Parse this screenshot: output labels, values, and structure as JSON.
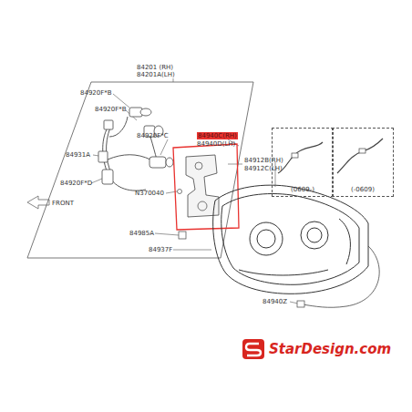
{
  "diagram": {
    "nodes": [
      {
        "text": [
          "(0609-)"
        ]
      },
      {
        "text": [
          "(-0609)"
        ]
      }
    ],
    "labels": [
      "84201 (RH)",
      "84201A(LH)",
      "84920F*B",
      "84920F*B",
      "84920F*C",
      "84931A",
      "84920F*D",
      "N370040",
      "84940C(RH)",
      "84940D(LH)",
      "84912B(RH)",
      "84912C(LH)",
      "84985A",
      "84937F",
      "84940Z",
      "FRONT",
      "StarDesign.com"
    ]
  }
}
